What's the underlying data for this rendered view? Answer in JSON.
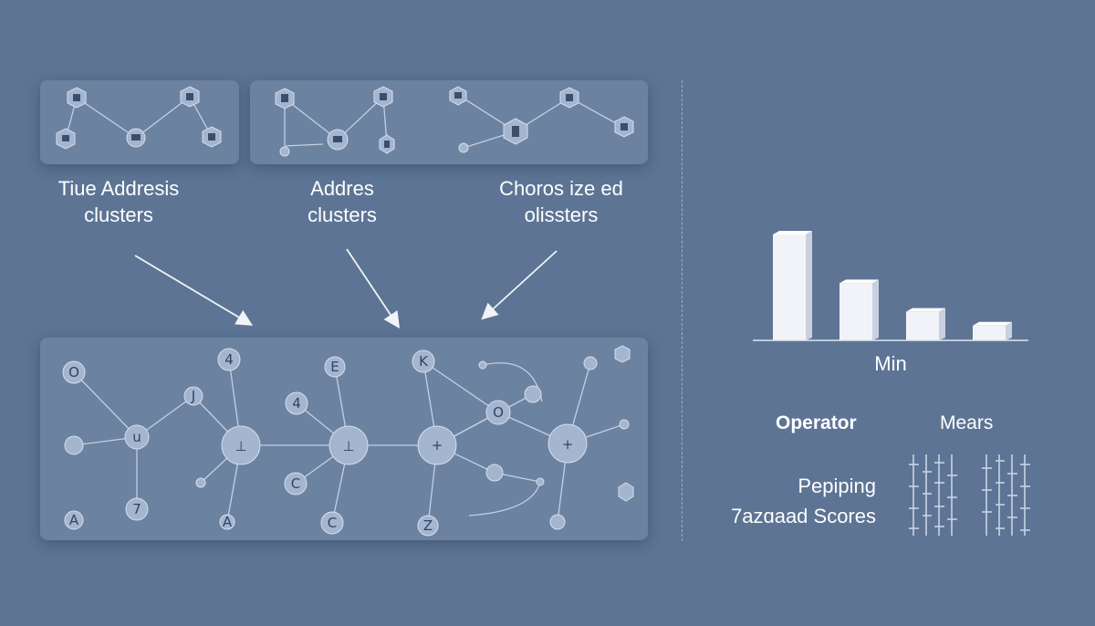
{
  "panels": {
    "top_left_label": {
      "line1": "Tiue Addresis",
      "line2": "clusters"
    },
    "top_center_label": {
      "line1": "Addres",
      "line2": "clusters"
    },
    "top_right_label": {
      "line1": "Choros ize ed",
      "line2": "olissters"
    },
    "bottom_nodes": {
      "n1": "O",
      "n2": "4",
      "n3": "E",
      "n4": "K",
      "n5": "u",
      "n6": "J",
      "n7": "4",
      "n8": "O",
      "n9": "⊥",
      "n10": "⊥",
      "n11": "+",
      "n12": "+",
      "n13": "7",
      "n14": "C",
      "n15": "C",
      "n16": "Z",
      "n17": "A",
      "n18": "A"
    }
  },
  "right": {
    "chart_data": {
      "type": "bar",
      "values": [
        100,
        54,
        27,
        14
      ],
      "xlabel": "Min"
    },
    "operator_label": "Operator",
    "mears_label": "Mears",
    "peping_label": "Pepiping",
    "scores_label": "7azɑaad Scores"
  },
  "colors": {
    "background": "#5d7494",
    "panel": "#6c82a1",
    "node": "#a4b5cf",
    "edge": "#c4d0e2",
    "bar": "#f2f3f8"
  },
  "icons": [
    "hexagon-node-icon",
    "network-node-icon",
    "arrow-icon",
    "glyph-pattern-icon"
  ]
}
